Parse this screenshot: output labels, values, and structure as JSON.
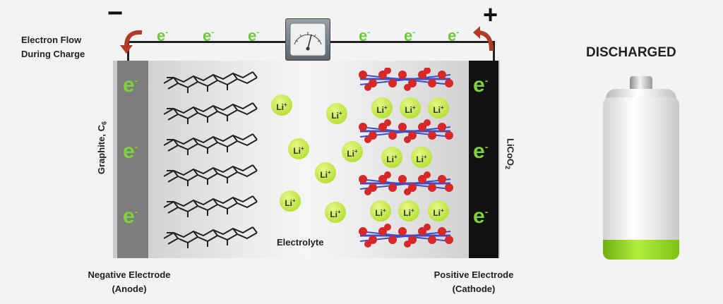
{
  "labels": {
    "minus": "−",
    "plus": "+",
    "electron_flow_line1": "Electron Flow",
    "electron_flow_line2": "During  Charge",
    "discharged": "DISCHARGED",
    "graphite": "Graphite, C",
    "graphite_sub": "6",
    "licoo2": "LiCoO",
    "licoo2_sub": "2",
    "electrolyte": "Electrolyte",
    "negative_line1": "Negative Electrode",
    "negative_line2": "(Anode)",
    "positive_line1": "Positive Electrode",
    "positive_line2": "(Cathode)",
    "electron": "e",
    "electron_sup": "-",
    "lithium": "Li",
    "lithium_sup": "+"
  },
  "battery_charge_level": 0.12,
  "colors": {
    "electron": "#7ad43a",
    "lithium": "#b9e23a",
    "arrow": "#b33a26",
    "battery_fill": "#8fd11f"
  }
}
